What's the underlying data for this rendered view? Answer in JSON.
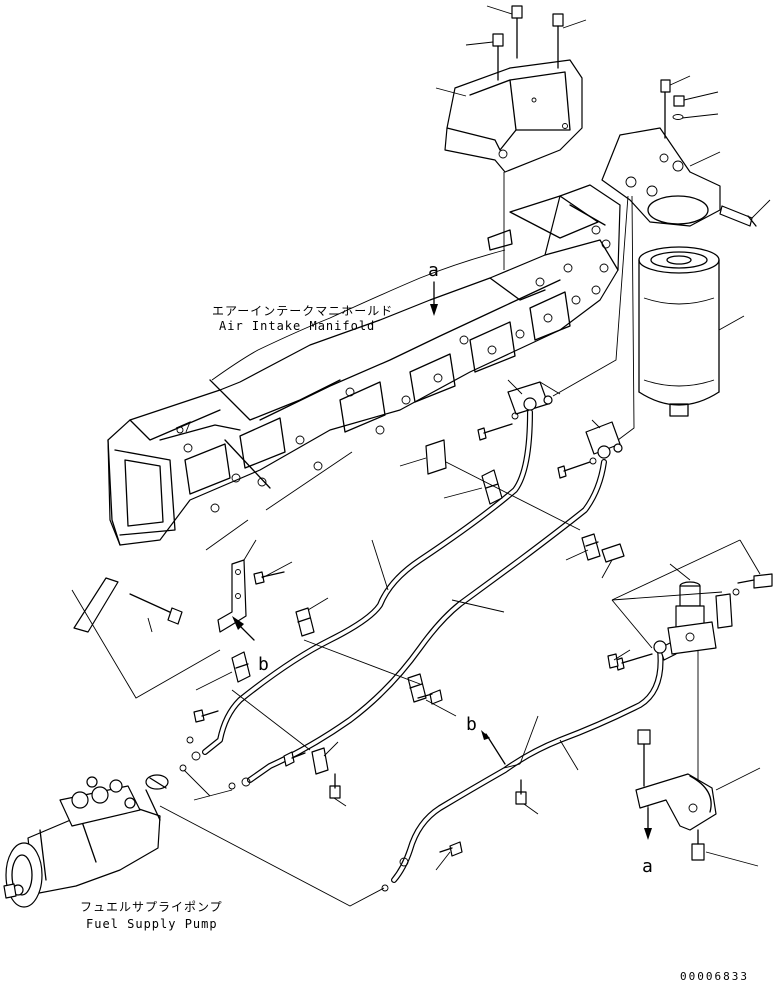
{
  "labels": {
    "manifold_jp": "エアーインテークマニホールド",
    "manifold_en": "Air Intake Manifold",
    "pump_jp": "フュエルサプライポンプ",
    "pump_en": "Fuel Supply Pump"
  },
  "refs": {
    "a_top": "a",
    "a_bottom": "a",
    "b_left": "b",
    "b_right": "b"
  },
  "drawing_number": "00006833"
}
